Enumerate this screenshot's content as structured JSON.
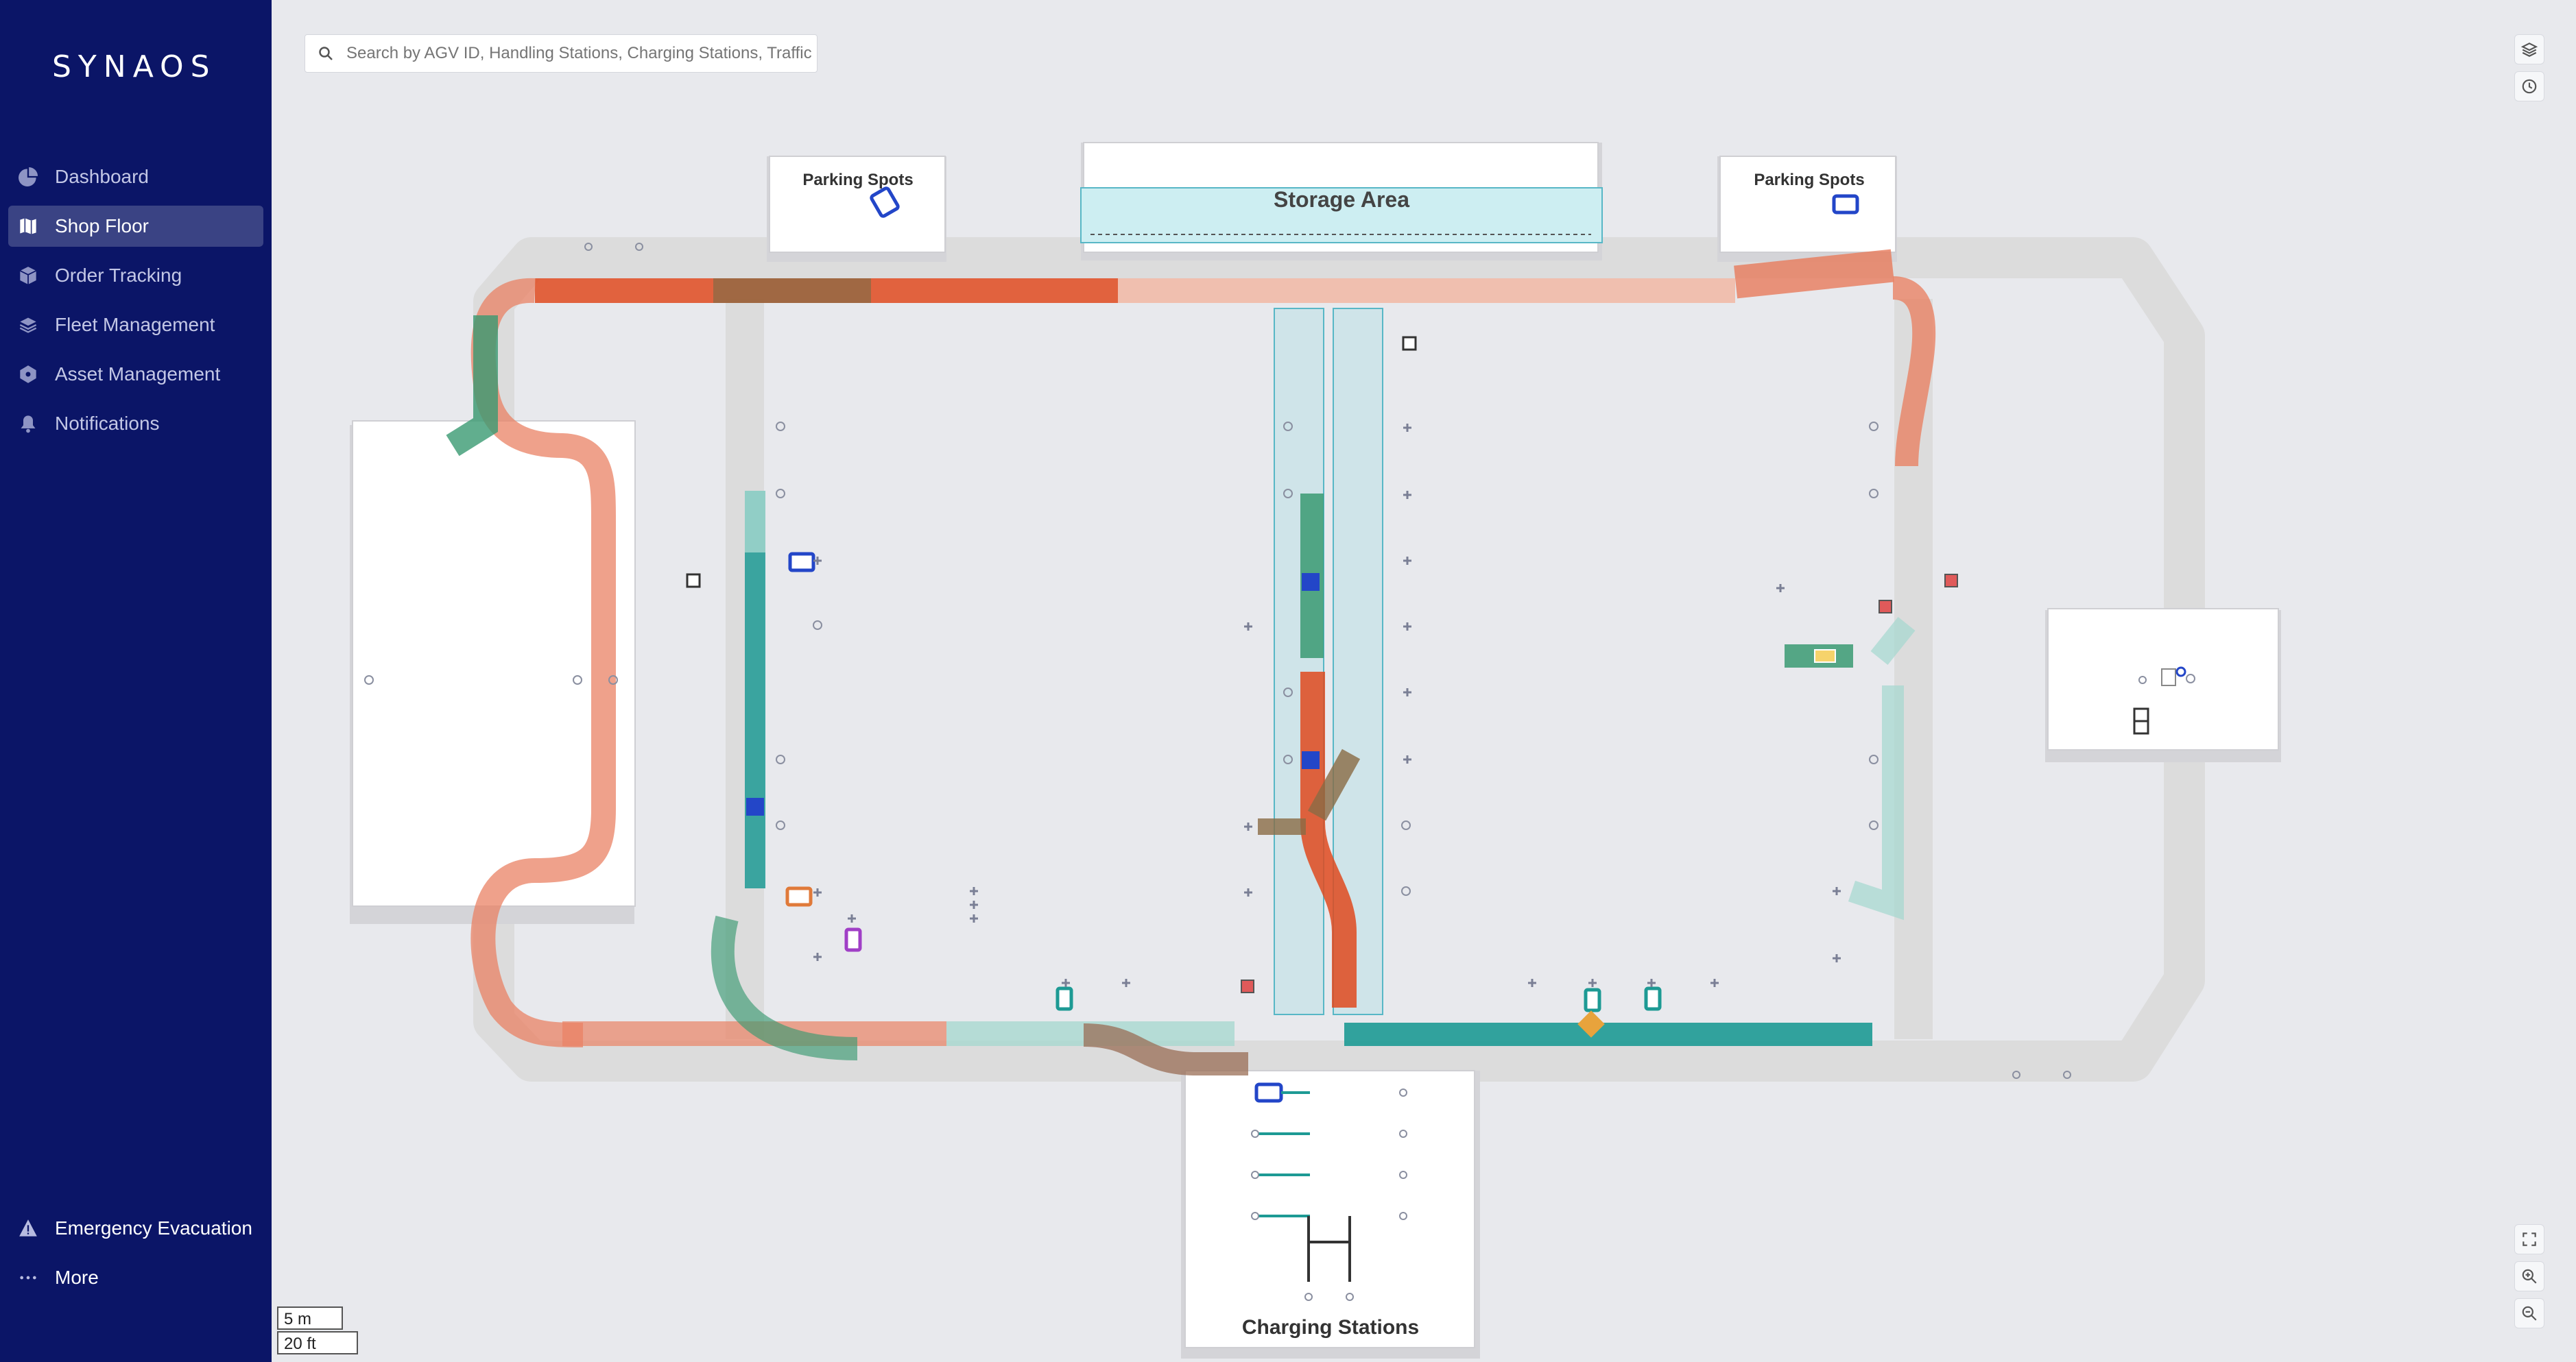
{
  "app": {
    "logo": "SYNAOS"
  },
  "sidebar": {
    "items": [
      {
        "label": "Dashboard",
        "icon": "pie-chart-icon",
        "active": false
      },
      {
        "label": "Shop Floor",
        "icon": "map-icon",
        "active": true
      },
      {
        "label": "Order Tracking",
        "icon": "box-icon",
        "active": false
      },
      {
        "label": "Fleet Management",
        "icon": "layers-icon",
        "active": false
      },
      {
        "label": "Asset Management",
        "icon": "cube-icon",
        "active": false
      },
      {
        "label": "Notifications",
        "icon": "bell-icon",
        "active": false
      }
    ],
    "emergency": {
      "label": "Emergency Evacuation",
      "icon": "warning-icon"
    },
    "more": {
      "label": "More",
      "icon": "ellipsis-icon"
    }
  },
  "search": {
    "placeholder": "Search by AGV ID, Handling Stations, Charging Stations, Traffic"
  },
  "map": {
    "zones": {
      "parking_left": "Parking Spots",
      "parking_right": "Parking Spots",
      "storage": "Storage Area",
      "charging": "Charging Stations"
    }
  },
  "scale": {
    "metric": "5 m",
    "imperial": "20 ft"
  },
  "colors": {
    "sidebar_bg": "#0b1567",
    "sidebar_active": "#3a4384",
    "route_red": "#e0542a",
    "route_green": "#3a9a72",
    "route_teal": "#1d9a94",
    "agv_blue": "#2346c8"
  }
}
